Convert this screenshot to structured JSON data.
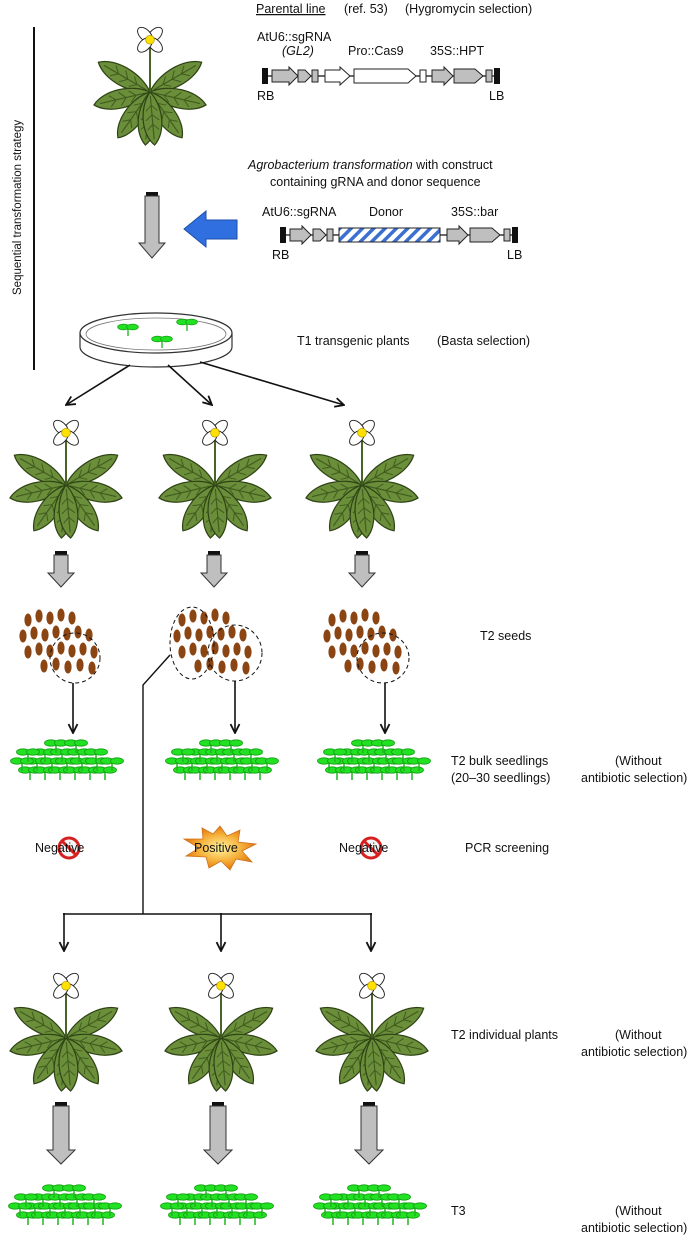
{
  "header": {
    "parental_line": "Parental line",
    "ref": "(ref. 53)",
    "selection": "(Hygromycin selection)"
  },
  "strategy_label": "Sequential transformation strategy",
  "construct1": {
    "sgrna": "AtU6::sgRNA",
    "gene": "(GL2)",
    "cas9": "Pro::Cas9",
    "marker": "35S::HPT",
    "rb": "RB",
    "lb": "LB"
  },
  "agro": {
    "line1_italic": "Agrobacterium transformation",
    "line1_rest": " with construct",
    "line2": "containing gRNA and donor sequence"
  },
  "construct2": {
    "sgrna": "AtU6::sgRNA",
    "donor": "Donor",
    "marker": "35S::bar",
    "rb": "RB",
    "lb": "LB"
  },
  "t1": {
    "label": "T1 transgenic plants",
    "selection": "(Basta selection)"
  },
  "t2_seeds": "T2 seeds",
  "t2_bulk": {
    "line1": "T2 bulk seedlings",
    "line2": "(20–30 seedlings)",
    "sel1": "(Without",
    "sel2": "antibiotic selection)"
  },
  "pcr": {
    "negative": "Negative",
    "positive": "Positive",
    "label": "PCR screening"
  },
  "t2_individual": {
    "label": "T2 individual plants",
    "sel1": "(Without",
    "sel2": "antibiotic selection)"
  },
  "t3": {
    "label": "T3",
    "sel1": "(Without",
    "sel2": "antibiotic selection)"
  },
  "colors": {
    "leaf": "#6b8e3a",
    "leaf_dark": "#3f5c1e",
    "seed": "#8b4513",
    "seedling": "#22dd22",
    "gray_arrow": "#bfbfbf",
    "blue_arrow": "#2f6fe0",
    "donor_hatch": "#3b6fd0"
  }
}
